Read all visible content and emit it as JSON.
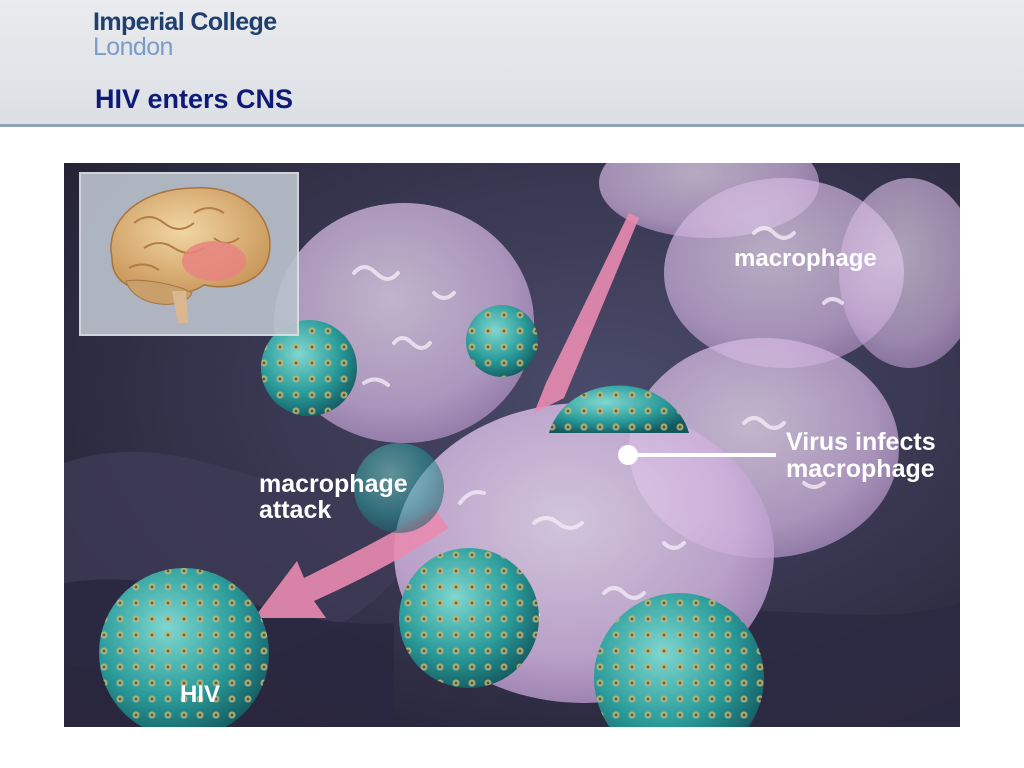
{
  "logo": {
    "line1": "Imperial College",
    "line2": "London"
  },
  "slide": {
    "title": "HIV enters CNS"
  },
  "figure": {
    "labels": {
      "macrophage_top": "macrophage",
      "virus_infects_line1": "Virus infects",
      "virus_infects_line2": "macrophage",
      "attack_line1": "macrophage",
      "attack_line2": "attack",
      "hiv": "HIV"
    },
    "colors": {
      "macrophage": "#d7b9e3",
      "virus": "#2fa4a3",
      "arrow": "#e98bb0",
      "background": "#2d2b3f"
    }
  }
}
